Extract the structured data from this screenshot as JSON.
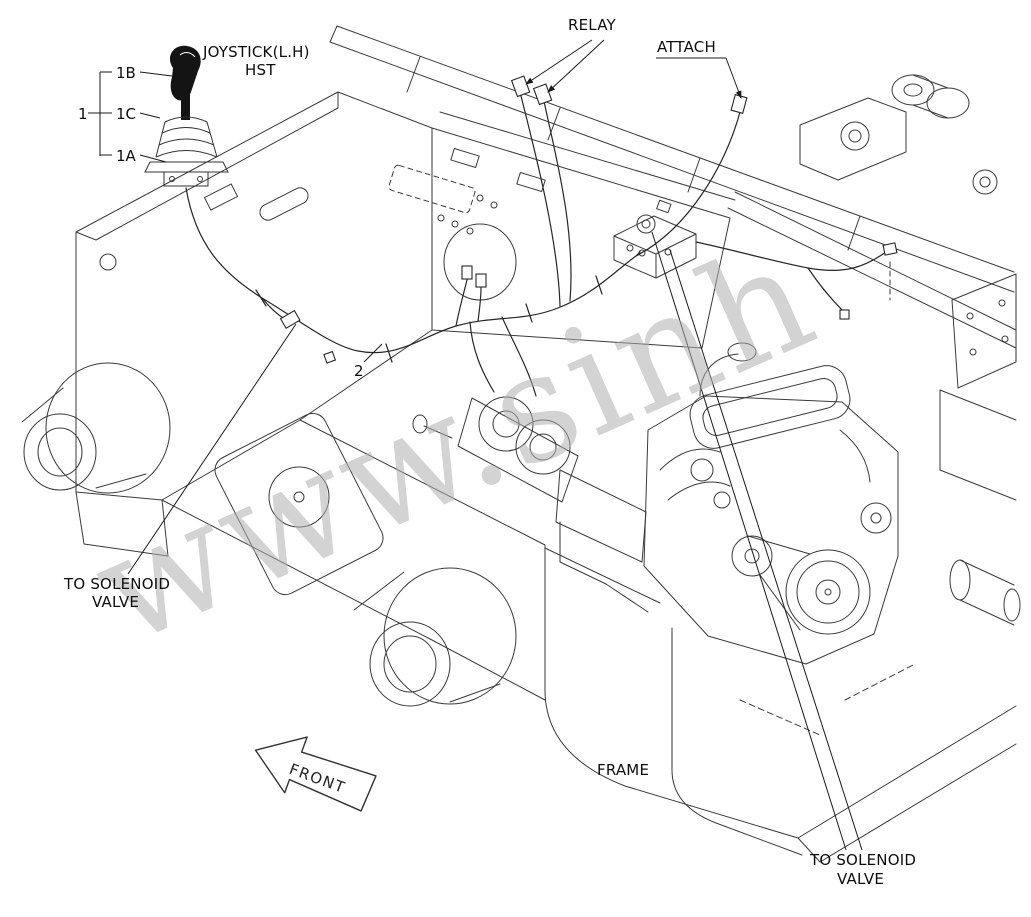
{
  "labels": {
    "joystick": "JOYSTICK(L.H)",
    "hst": "HST",
    "relay": "RELAY",
    "attach": "ATTACH",
    "frame": "FRAME",
    "front": "FRONT",
    "solenoid_left_1": "TO SOLENOID",
    "solenoid_left_2": "VALVE",
    "solenoid_right_1": "TO SOLENOID",
    "solenoid_right_2": "VALVE"
  },
  "callouts": {
    "assembly": "1",
    "handle": "1B",
    "boot": "1C",
    "base": "1A",
    "harness": "2"
  },
  "watermark": "www.sinh",
  "colors": {
    "line": "#3a3a3a",
    "harness": "#262626",
    "text": "#0d0d0d",
    "watermark": "#afafaf"
  }
}
